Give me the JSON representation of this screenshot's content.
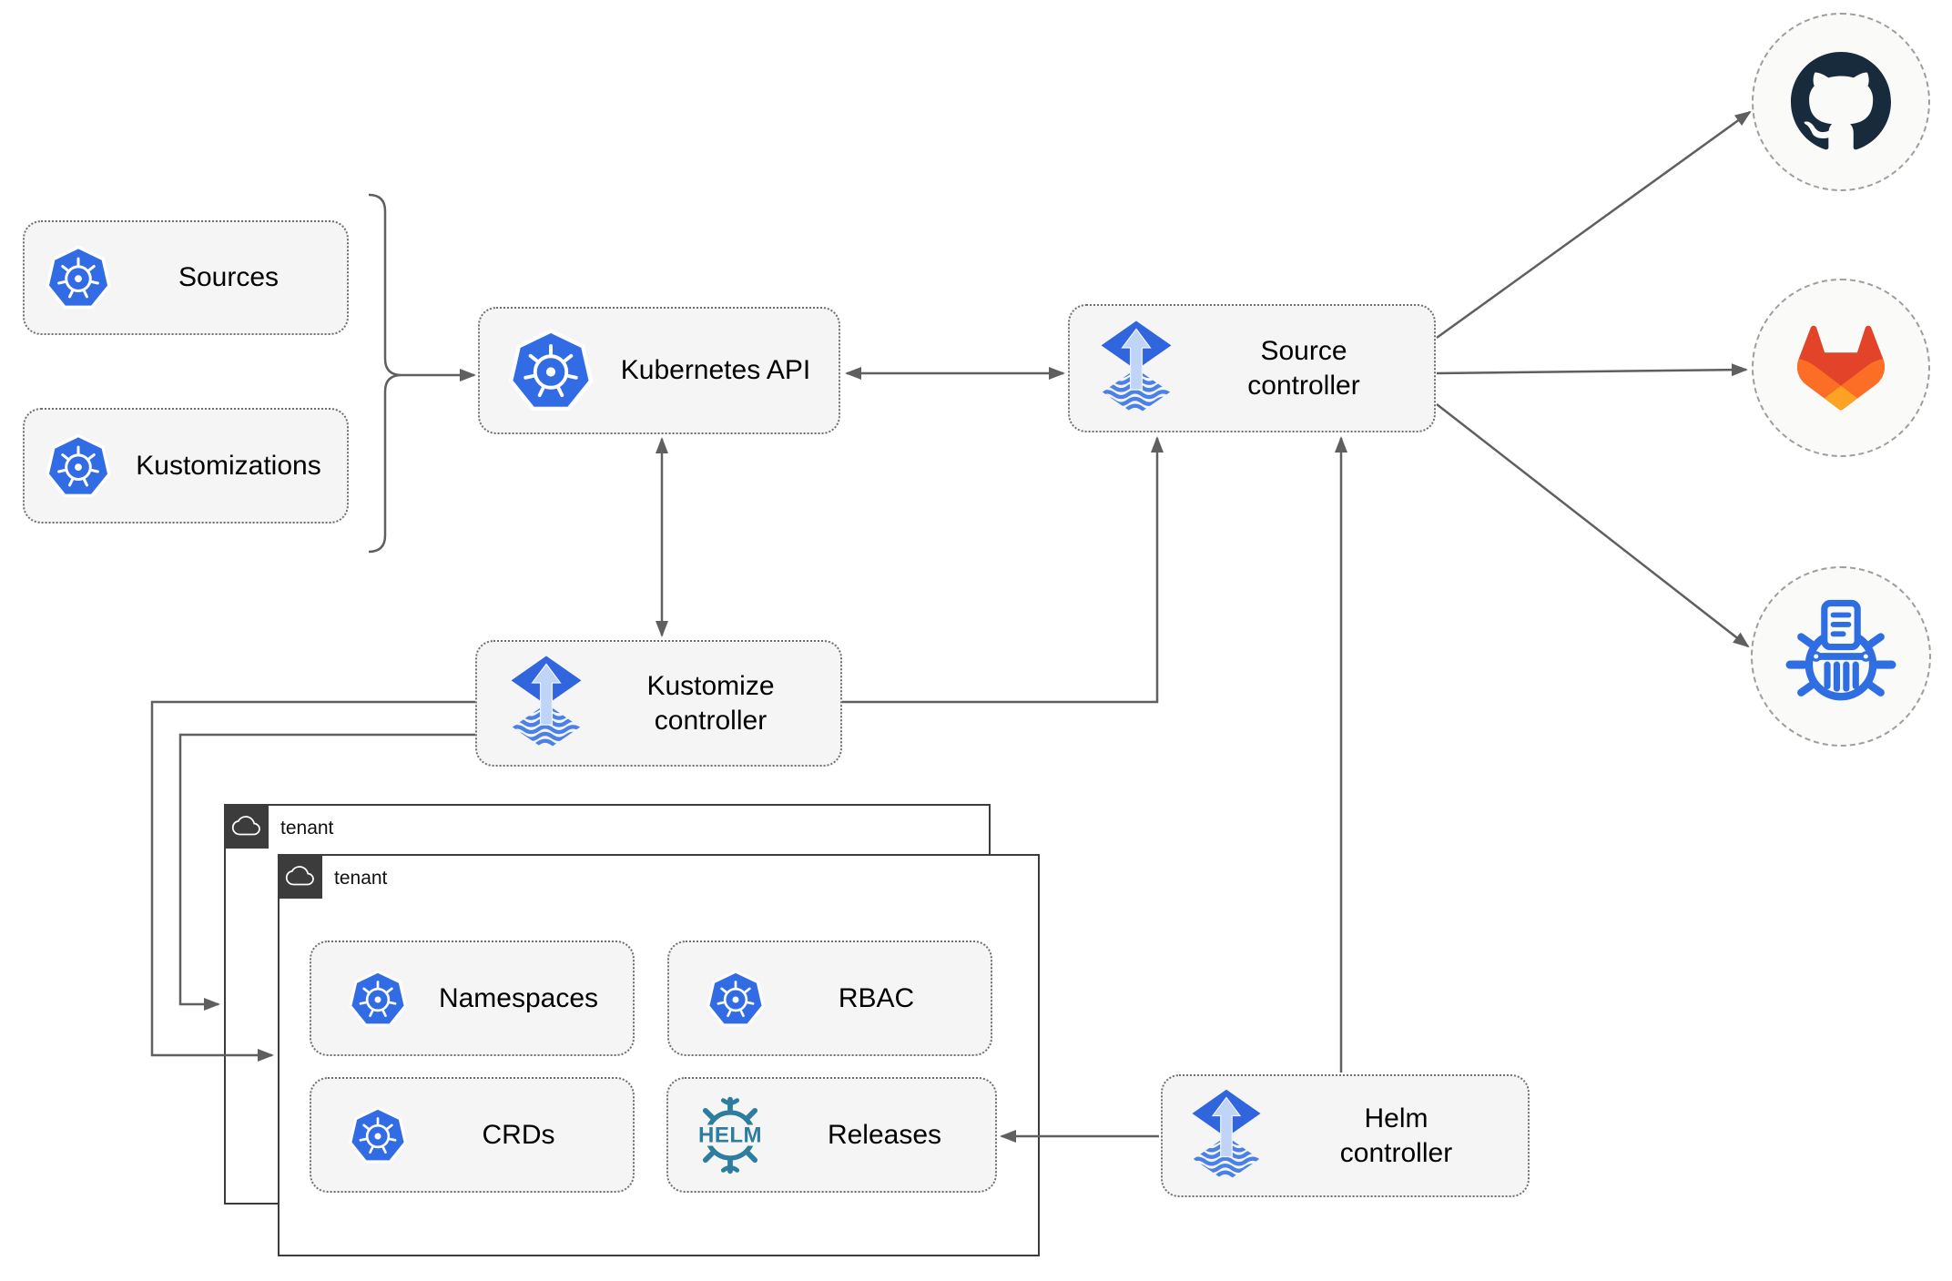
{
  "nodes": {
    "sources": {
      "label": "Sources"
    },
    "kustomizations": {
      "label": "Kustomizations"
    },
    "kubernetes_api": {
      "label": "Kubernetes API"
    },
    "source_controller": {
      "line1": "Source",
      "line2": "controller"
    },
    "kustomize_controller": {
      "line1": "Kustomize",
      "line2": "controller"
    },
    "helm_controller": {
      "line1": "Helm",
      "line2": "controller"
    },
    "namespaces": {
      "label": "Namespaces"
    },
    "rbac": {
      "label": "RBAC"
    },
    "crds": {
      "label": "CRDs"
    },
    "releases": {
      "label": "Releases"
    }
  },
  "tenants": {
    "outer_label": "tenant",
    "inner_label": "tenant"
  },
  "helm_logo_text": "HELM",
  "icons": {
    "kubernetes": "kubernetes-icon",
    "flux": "flux-icon",
    "helm": "helm-icon",
    "cloud": "cloud-icon",
    "github": "github-icon",
    "gitlab": "gitlab-icon",
    "registry": "helm-repository-icon"
  },
  "colors": {
    "node_fill": "#F5F5F5",
    "node_border": "#6F6F6F",
    "edge": "#5F5F5F",
    "tenant_border": "#3C3C3C",
    "kubernetes_blue": "#326CE5",
    "flux_blue": "#3065DE",
    "flux_arrow_light": "#BFD4F6",
    "helm_teal": "#2C7D9E",
    "github_dark": "#182B3D",
    "gitlab_red": "#E24329",
    "gitlab_orange": "#FC6D26",
    "gitlab_yellow": "#FCA326",
    "registry_blue": "#2F6EE2",
    "circle_fill": "#FAFAF8",
    "circle_border": "#9E9E9E"
  }
}
